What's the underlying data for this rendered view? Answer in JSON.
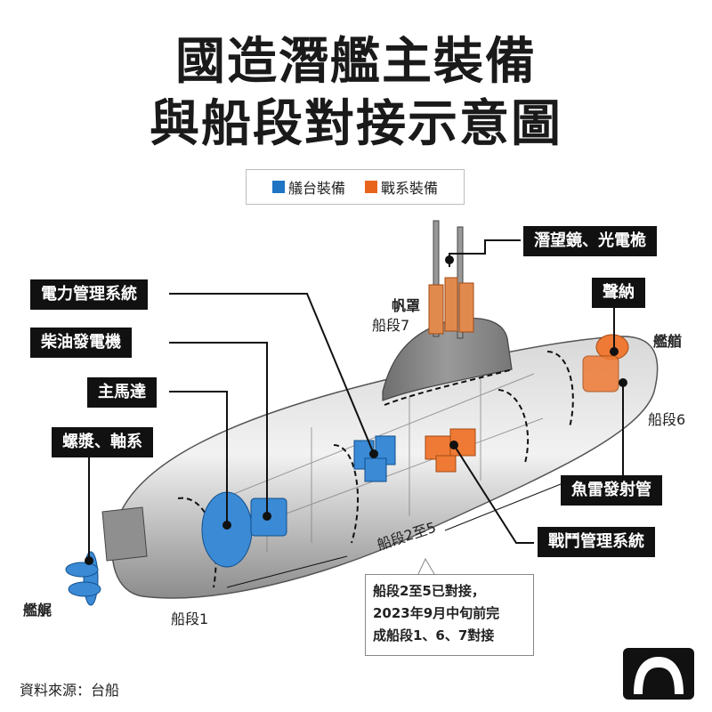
{
  "title": {
    "line1": "國造潛艦主裝備",
    "line2": "與船段對接示意圖"
  },
  "legend": {
    "items": [
      {
        "label": "艤台裝備",
        "color": "#1f74c4"
      },
      {
        "label": "戰系裝備",
        "color": "#e8641c"
      }
    ]
  },
  "callouts": {
    "periscope": "潛望鏡、光電桅",
    "power_management": "電力管理系統",
    "sonar": "聲納",
    "diesel_generator": "柴油發電機",
    "main_motor": "主馬達",
    "propeller_shaft": "螺漿、軸系",
    "torpedo_tubes": "魚雷發射管",
    "combat_management": "戰鬥管理系統"
  },
  "sections": {
    "sail": "帆罩",
    "section7": "船段7",
    "bow": "艦艏",
    "section6": "船段6",
    "section2to5": "船段2至5",
    "stern": "艦艉",
    "section1": "船段1"
  },
  "note": {
    "line1": "船段2至5已對接，",
    "line2": "2023年9月中旬前完",
    "line3": "成船段1、6、7對接"
  },
  "source": "資料來源：台船",
  "colors": {
    "outfitting": "#1f74c4",
    "combat": "#e8641c",
    "hull": "#9a9a9a",
    "line": "#111111"
  }
}
